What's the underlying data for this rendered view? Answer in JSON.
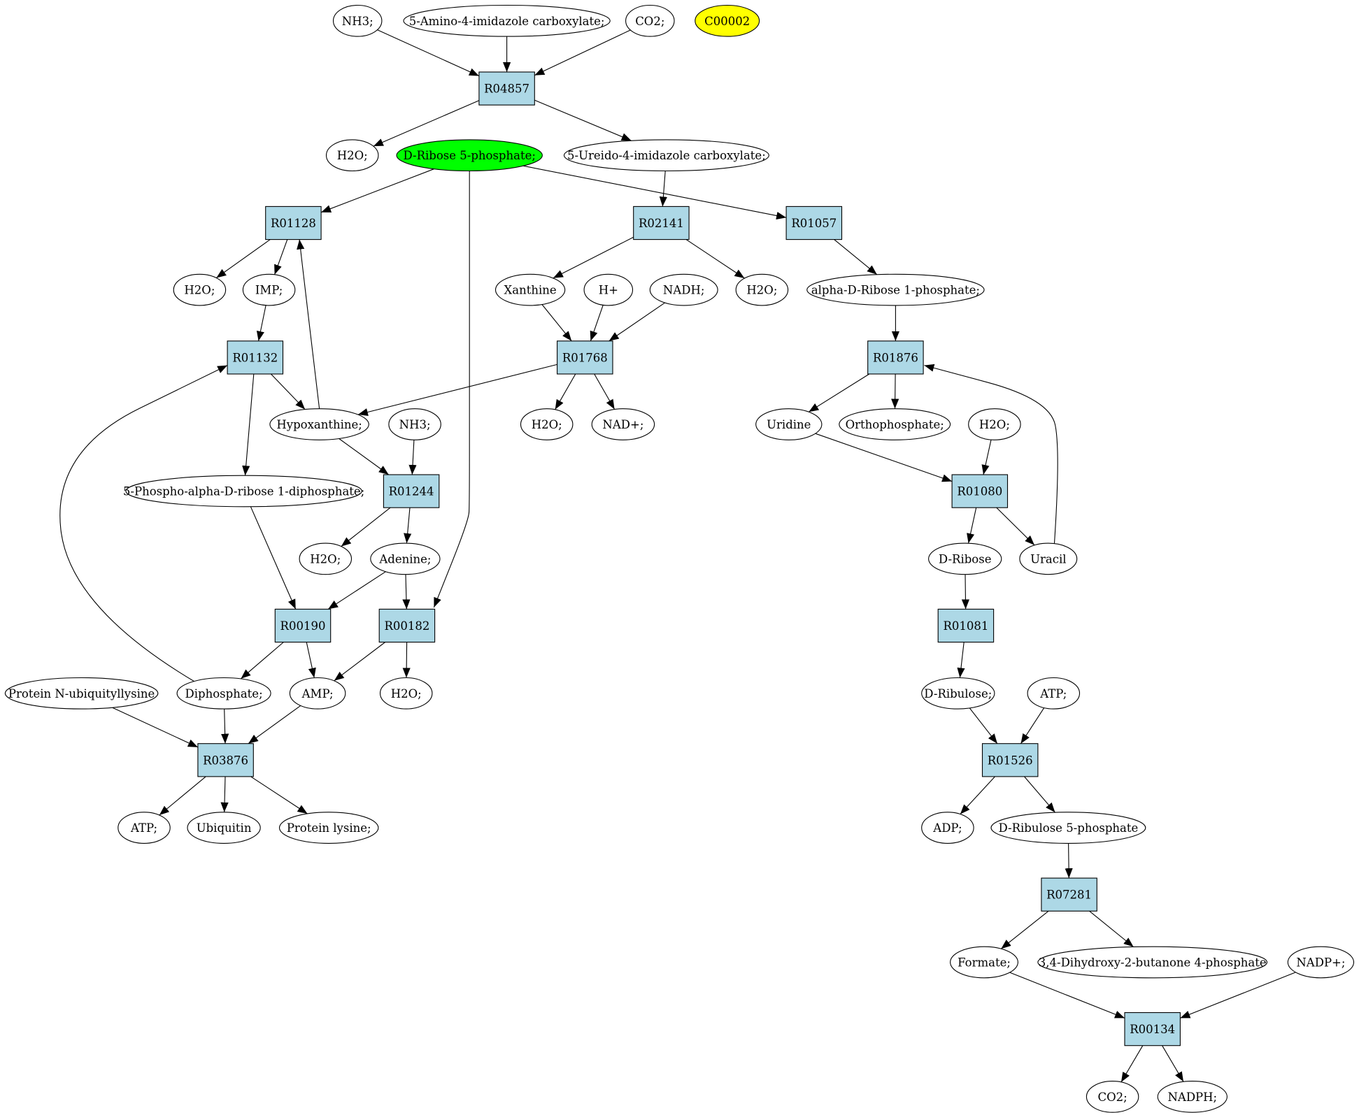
{
  "colors": {
    "reaction_fill": "#add8e6",
    "compound_fill": "#ffffff",
    "highlight_green": "#00ff00",
    "highlight_yellow": "#ffff00",
    "stroke": "#000000"
  },
  "nodes": [
    {
      "id": "nh3_top",
      "label": "NH3;",
      "kind": "compound"
    },
    {
      "id": "amino_imid",
      "label": "5-Amino-4-imidazole carboxylate;",
      "kind": "compound"
    },
    {
      "id": "co2_top",
      "label": "CO2;",
      "kind": "compound"
    },
    {
      "id": "c00002",
      "label": "C00002",
      "kind": "compound",
      "color": "highlight_yellow"
    },
    {
      "id": "r04857",
      "label": "R04857",
      "kind": "reaction"
    },
    {
      "id": "h2o_a",
      "label": "H2O;",
      "kind": "compound"
    },
    {
      "id": "ribose5p",
      "label": "D-Ribose 5-phosphate;",
      "kind": "compound",
      "color": "highlight_green"
    },
    {
      "id": "ureido_imid",
      "label": "5-Ureido-4-imidazole carboxylate;",
      "kind": "compound"
    },
    {
      "id": "r01128",
      "label": "R01128",
      "kind": "reaction"
    },
    {
      "id": "r02141",
      "label": "R02141",
      "kind": "reaction"
    },
    {
      "id": "r01057",
      "label": "R01057",
      "kind": "reaction"
    },
    {
      "id": "h2o_b",
      "label": "H2O;",
      "kind": "compound"
    },
    {
      "id": "imp",
      "label": "IMP;",
      "kind": "compound"
    },
    {
      "id": "xanthine",
      "label": "Xanthine",
      "kind": "compound"
    },
    {
      "id": "hplus",
      "label": "H+",
      "kind": "compound"
    },
    {
      "id": "nadh",
      "label": "NADH;",
      "kind": "compound"
    },
    {
      "id": "h2o_c",
      "label": "H2O;",
      "kind": "compound"
    },
    {
      "id": "aribose1p",
      "label": "alpha-D-Ribose 1-phosphate;",
      "kind": "compound"
    },
    {
      "id": "r01132",
      "label": "R01132",
      "kind": "reaction"
    },
    {
      "id": "r01768",
      "label": "R01768",
      "kind": "reaction"
    },
    {
      "id": "r01876",
      "label": "R01876",
      "kind": "reaction"
    },
    {
      "id": "hypoxanthine",
      "label": "Hypoxanthine;",
      "kind": "compound"
    },
    {
      "id": "nh3_mid",
      "label": "NH3;",
      "kind": "compound"
    },
    {
      "id": "h2o_d",
      "label": "H2O;",
      "kind": "compound"
    },
    {
      "id": "nadplus",
      "label": "NAD+;",
      "kind": "compound"
    },
    {
      "id": "uridine",
      "label": "Uridine",
      "kind": "compound"
    },
    {
      "id": "orthophosphate",
      "label": "Orthophosphate;",
      "kind": "compound"
    },
    {
      "id": "h2o_e",
      "label": "H2O;",
      "kind": "compound"
    },
    {
      "id": "prpp",
      "label": "5-Phospho-alpha-D-ribose 1-diphosphate;",
      "kind": "compound"
    },
    {
      "id": "r01244",
      "label": "R01244",
      "kind": "reaction"
    },
    {
      "id": "r01080",
      "label": "R01080",
      "kind": "reaction"
    },
    {
      "id": "h2o_f",
      "label": "H2O;",
      "kind": "compound"
    },
    {
      "id": "adenine",
      "label": "Adenine;",
      "kind": "compound"
    },
    {
      "id": "dribose",
      "label": "D-Ribose",
      "kind": "compound"
    },
    {
      "id": "uracil",
      "label": "Uracil",
      "kind": "compound"
    },
    {
      "id": "r00190",
      "label": "R00190",
      "kind": "reaction"
    },
    {
      "id": "r00182",
      "label": "R00182",
      "kind": "reaction"
    },
    {
      "id": "r01081",
      "label": "R01081",
      "kind": "reaction"
    },
    {
      "id": "prot_ub",
      "label": "Protein N-ubiquityllysine",
      "kind": "compound"
    },
    {
      "id": "diphosphate",
      "label": "Diphosphate;",
      "kind": "compound"
    },
    {
      "id": "amp",
      "label": "AMP;",
      "kind": "compound"
    },
    {
      "id": "h2o_g",
      "label": "H2O;",
      "kind": "compound"
    },
    {
      "id": "dribulose",
      "label": "D-Ribulose;",
      "kind": "compound"
    },
    {
      "id": "atp_r",
      "label": "ATP;",
      "kind": "compound"
    },
    {
      "id": "r03876",
      "label": "R03876",
      "kind": "reaction"
    },
    {
      "id": "r01526",
      "label": "R01526",
      "kind": "reaction"
    },
    {
      "id": "atp_l",
      "label": "ATP;",
      "kind": "compound"
    },
    {
      "id": "ubiquitin",
      "label": "Ubiquitin",
      "kind": "compound"
    },
    {
      "id": "prot_lys",
      "label": "Protein lysine;",
      "kind": "compound"
    },
    {
      "id": "adp",
      "label": "ADP;",
      "kind": "compound"
    },
    {
      "id": "dribulose5p",
      "label": "D-Ribulose 5-phosphate",
      "kind": "compound"
    },
    {
      "id": "r07281",
      "label": "R07281",
      "kind": "reaction"
    },
    {
      "id": "formate",
      "label": "Formate;",
      "kind": "compound"
    },
    {
      "id": "dhbp",
      "label": "3,4-Dihydroxy-2-butanone 4-phosphate",
      "kind": "compound"
    },
    {
      "id": "nadpplus",
      "label": "NADP+;",
      "kind": "compound"
    },
    {
      "id": "r00134",
      "label": "R00134",
      "kind": "reaction"
    },
    {
      "id": "co2_bot",
      "label": "CO2;",
      "kind": "compound"
    },
    {
      "id": "nadph",
      "label": "NADPH;",
      "kind": "compound"
    }
  ],
  "edges": [
    [
      "nh3_top",
      "r04857"
    ],
    [
      "amino_imid",
      "r04857"
    ],
    [
      "co2_top",
      "r04857"
    ],
    [
      "r04857",
      "h2o_a"
    ],
    [
      "r04857",
      "ureido_imid"
    ],
    [
      "ribose5p",
      "r01128"
    ],
    [
      "ribose5p",
      "r01057"
    ],
    [
      "ribose5p",
      "r00182"
    ],
    [
      "ureido_imid",
      "r02141"
    ],
    [
      "r01128",
      "h2o_b"
    ],
    [
      "r01128",
      "imp"
    ],
    [
      "r02141",
      "xanthine"
    ],
    [
      "r02141",
      "h2o_c"
    ],
    [
      "r01057",
      "aribose1p"
    ],
    [
      "imp",
      "r01132"
    ],
    [
      "xanthine",
      "r01768"
    ],
    [
      "hplus",
      "r01768"
    ],
    [
      "nadh",
      "r01768"
    ],
    [
      "aribose1p",
      "r01876"
    ],
    [
      "r01132",
      "hypoxanthine"
    ],
    [
      "r01132",
      "prpp"
    ],
    [
      "hypoxanthine",
      "r01128"
    ],
    [
      "r01768",
      "hypoxanthine"
    ],
    [
      "r01768",
      "h2o_d"
    ],
    [
      "r01768",
      "nadplus"
    ],
    [
      "r01876",
      "uridine"
    ],
    [
      "r01876",
      "orthophosphate"
    ],
    [
      "hypoxanthine",
      "r01244"
    ],
    [
      "nh3_mid",
      "r01244"
    ],
    [
      "uridine",
      "r01080"
    ],
    [
      "h2o_e",
      "r01080"
    ],
    [
      "r01244",
      "h2o_f"
    ],
    [
      "r01244",
      "adenine"
    ],
    [
      "r01080",
      "dribose"
    ],
    [
      "r01080",
      "uracil"
    ],
    [
      "uracil",
      "r01876"
    ],
    [
      "prpp",
      "r00190"
    ],
    [
      "adenine",
      "r00190"
    ],
    [
      "adenine",
      "r00182"
    ],
    [
      "dribose",
      "r01081"
    ],
    [
      "r00190",
      "diphosphate"
    ],
    [
      "r00190",
      "amp"
    ],
    [
      "r00182",
      "amp"
    ],
    [
      "r00182",
      "h2o_g"
    ],
    [
      "diphosphate",
      "r01132"
    ],
    [
      "r01081",
      "dribulose"
    ],
    [
      "prot_ub",
      "r03876"
    ],
    [
      "diphosphate",
      "r03876"
    ],
    [
      "amp",
      "r03876"
    ],
    [
      "dribulose",
      "r01526"
    ],
    [
      "atp_r",
      "r01526"
    ],
    [
      "r03876",
      "atp_l"
    ],
    [
      "r03876",
      "ubiquitin"
    ],
    [
      "r03876",
      "prot_lys"
    ],
    [
      "r01526",
      "adp"
    ],
    [
      "r01526",
      "dribulose5p"
    ],
    [
      "dribulose5p",
      "r07281"
    ],
    [
      "r07281",
      "formate"
    ],
    [
      "r07281",
      "dhbp"
    ],
    [
      "formate",
      "r00134"
    ],
    [
      "nadpplus",
      "r00134"
    ],
    [
      "r00134",
      "co2_bot"
    ],
    [
      "r00134",
      "nadph"
    ]
  ]
}
